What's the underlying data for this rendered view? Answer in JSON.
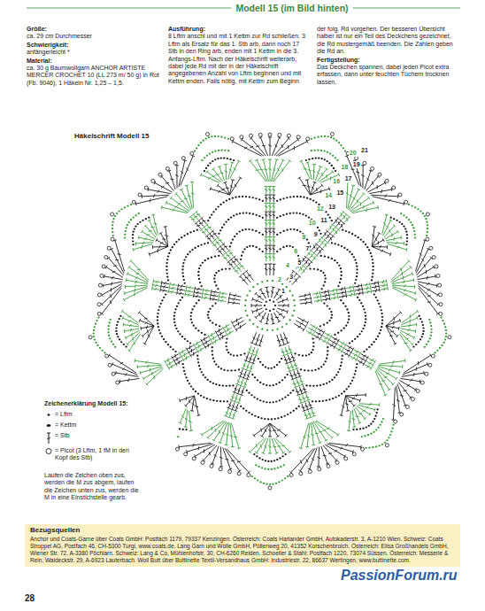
{
  "diagram": {
    "title": "Modell 15 (im Bild hinten)",
    "nodes": [
      {
        "text": [
          "Bezugsquellen",
          "Anchor und Coats-Garne über Coats GmbH: Postfach 1179, 79337 Kenzingen. Österreich: Coats Harlander GmbH, Autokaderstr. 3, A-1210 Wien. Schweiz: Coats Stroppel AG, Postfach 46, CH-5300 Turgi, www.coats.de. Lang Garn und Wolle GmbH, Püllenweg 20, 41352 Korschenbroich. Österreich: Elisa Großhandels GmbH, Wiener Str. 72, A-3380 Pöchlarn. Schweiz: Lang & Co, Mühlenhofstr. 30, CH-6260 Reiden. Schoeller & Stahl: Postfach 1220, 73074 Süssen. Österreich: Messerle & Rein, Waldeckstr. 29, A-6923 Lauterbach. Woll Butt über Buttinette Textil-Versandhaus GmbH: Industriestr. 22, 86637 Wertingen, www.buttinette.com."
        ]
      }
    ],
    "labels": [
      "Größe:",
      "ca. 29 cm Durchmesser",
      "Schwierigkeit:",
      "anfängerleicht *",
      "Material:",
      "ca. 30 g Baumwollgarn ANCHOR ARTISTE MERCER CROCHET 10 (LL 273 m/ 50 g) in Rot (Fb. 9046), 1 Häkeln Nr. 1,25 – 1,5.",
      "Ausführung:",
      "8 Lftm anschl und mit 1 Kettm zur Rd schließen. 3 Lftm als Ersatz für das 1. Stb arb, dann noch 17 Stb in den Ring arb, enden mit 1 Kettm in die 3. Anfangs-Lftm. Nach der Häkelschrift weiterarb, dabei jede Rd mit der in der Häkelschrift angegebenen Anzahl von Lftm beginnen und mit Kettm enden. Falls nötig, mit Kettm zum Beginn",
      "der folg. Rd vorgehen. Der besseren Übersicht halber ist nur ein Teil des Deckchens gezeichnet, die Rd mustergemäß beenden. Die Zahlen geben die Rd an.",
      "Fertigstellung:",
      "Das Deckchen spannen, dabei jeden Picot extra erfassen, dann unter feuchten Tüchern trocknen lassen.",
      "Häkelschrift Modell 15",
      "Zeichenerklärung Modell 15:",
      "Laufen die Zeichen oben zus, werden die M zus abgem, laufen die Zeichen unten zus, werden die M in eine Einstichstelle gearb.",
      "28",
      "PassionForum.ru",
      "1",
      "2",
      "3",
      "4",
      "5",
      "6",
      "7",
      "8",
      "9",
      "10",
      "11",
      "12",
      "13",
      "14",
      "15",
      "16",
      "17",
      "18",
      "19",
      "20",
      "21"
    ],
    "legend": [
      {
        "text": "= Lftm"
      },
      {
        "text": "= Kettm"
      },
      {
        "text": "= Stb"
      },
      {
        "text": "= Picot (3 Lftm, 1 fM in den Kopf des Stb)"
      }
    ]
  }
}
